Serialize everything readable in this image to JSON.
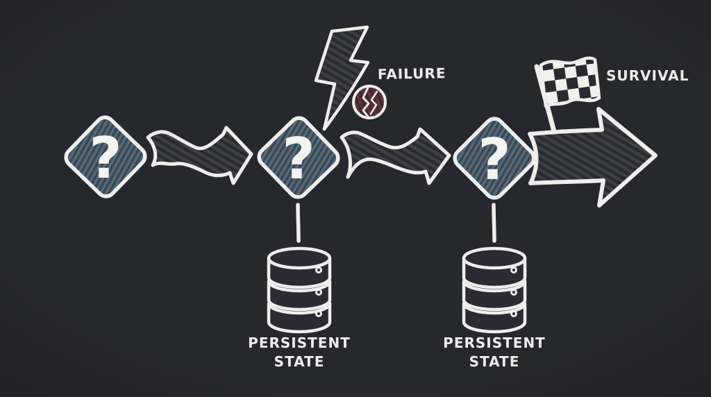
{
  "diagram": {
    "background_color": "#27272e",
    "ink_color": "#efeeec",
    "diamond_fill": "#4d5f6d",
    "arrow_fill": "#36363d",
    "failure_ball_fill": "#583439",
    "labels": {
      "failure": "FAILURE",
      "survival": "SURVIVAL"
    },
    "steps": [
      {
        "symbol": "?"
      },
      {
        "symbol": "?",
        "store_line1": "PERSISTENT",
        "store_line2": "STATE"
      },
      {
        "symbol": "?",
        "store_line1": "PERSISTENT",
        "store_line2": "STATE"
      }
    ]
  }
}
